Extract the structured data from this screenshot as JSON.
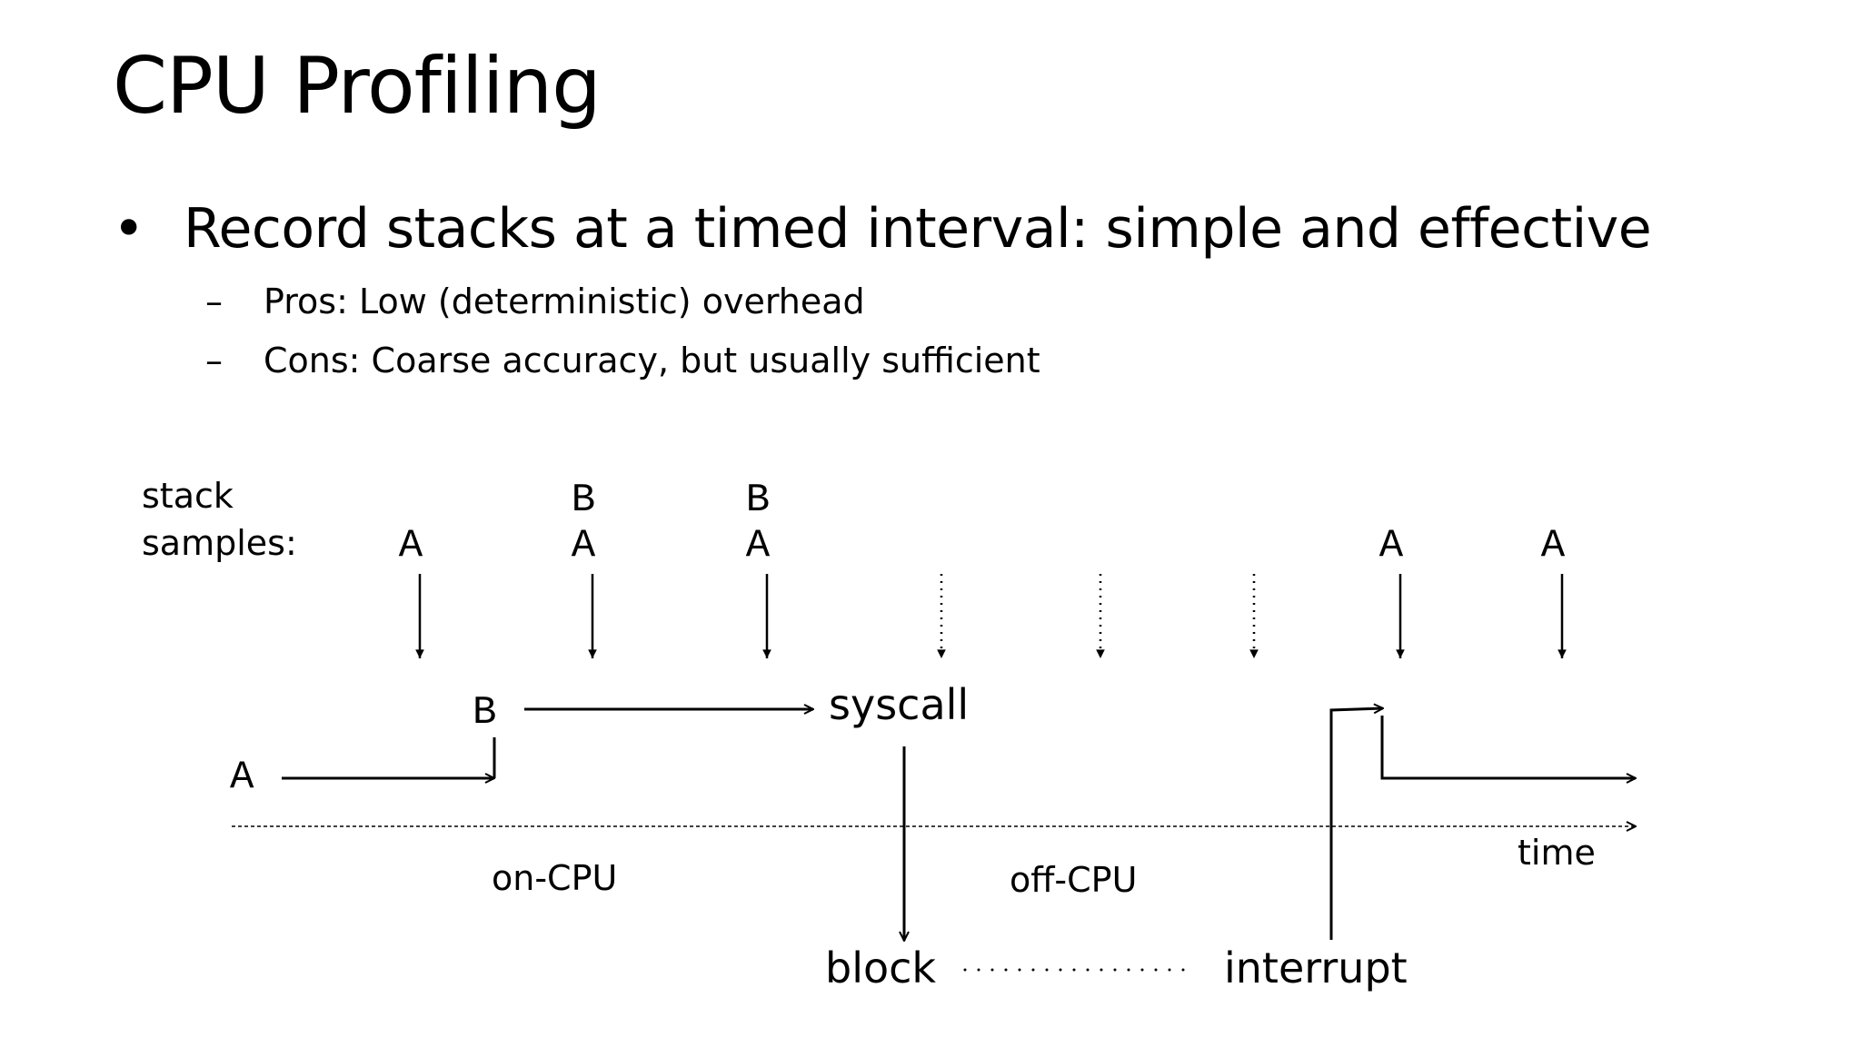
{
  "slide": {
    "title": "CPU Profiling",
    "bullet": {
      "marker": "•",
      "text": "Record stacks at a timed interval: simple and effective"
    },
    "sub_bullets": [
      {
        "marker": "–",
        "text": "Pros: Low (deterministic) overhead"
      },
      {
        "marker": "–",
        "text": "Cons: Coarse accuracy, but usually sufficient"
      }
    ]
  },
  "diagram": {
    "stack_label_line1": "stack",
    "stack_label_line2": "samples:",
    "samples": [
      {
        "frames": [
          "A"
        ],
        "off_cpu": false
      },
      {
        "frames": [
          "B",
          "A"
        ],
        "off_cpu": false
      },
      {
        "frames": [
          "B",
          "A"
        ],
        "off_cpu": false
      },
      {
        "frames": [],
        "off_cpu": true
      },
      {
        "frames": [],
        "off_cpu": true
      },
      {
        "frames": [],
        "off_cpu": true
      },
      {
        "frames": [
          "A"
        ],
        "off_cpu": false
      },
      {
        "frames": [
          "A"
        ],
        "off_cpu": false
      }
    ],
    "func_a": "A",
    "func_b": "B",
    "syscall": "syscall",
    "on_cpu": "on-CPU",
    "off_cpu": "off-CPU",
    "time": "time",
    "block": "block",
    "interrupt": "interrupt"
  }
}
